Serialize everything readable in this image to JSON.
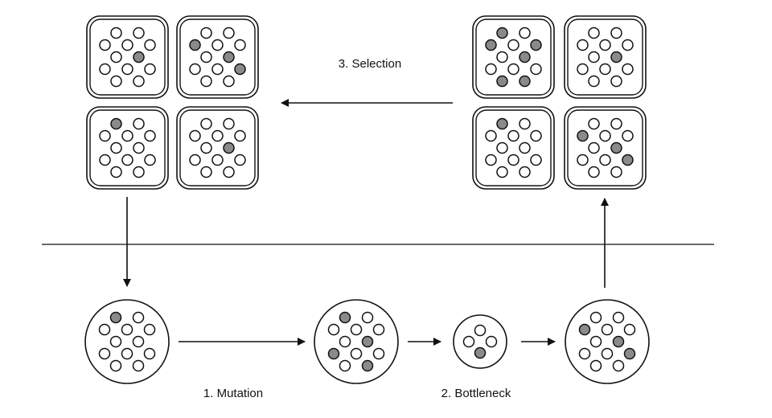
{
  "labels": {
    "mutation": "1. Mutation",
    "bottleneck": "2. Bottleneck",
    "selection": "3. Selection"
  },
  "colors": {
    "stroke": "#111111",
    "mutant_fill": "#8a8a8a"
  },
  "top_left_groups": [
    {
      "shaded": [
        6
      ]
    },
    {
      "shaded": [
        2,
        6,
        9
      ]
    },
    {
      "shaded": [
        0
      ]
    },
    {
      "shaded": [
        6
      ]
    }
  ],
  "top_right_groups": [
    {
      "shaded": [
        0,
        2,
        4,
        6,
        10,
        11
      ]
    },
    {
      "shaded": [
        6
      ]
    },
    {
      "shaded": [
        0
      ]
    },
    {
      "shaded": [
        2,
        6,
        9
      ]
    }
  ],
  "bottom_populations": [
    {
      "stage": "initial",
      "shaded": [
        0
      ]
    },
    {
      "stage": "after-mutation",
      "shaded": [
        0,
        6,
        7,
        11
      ]
    },
    {
      "stage": "bottleneck",
      "dots": 4,
      "shaded": [
        3
      ]
    },
    {
      "stage": "regrowth",
      "shaded": [
        2,
        6,
        9
      ]
    }
  ]
}
